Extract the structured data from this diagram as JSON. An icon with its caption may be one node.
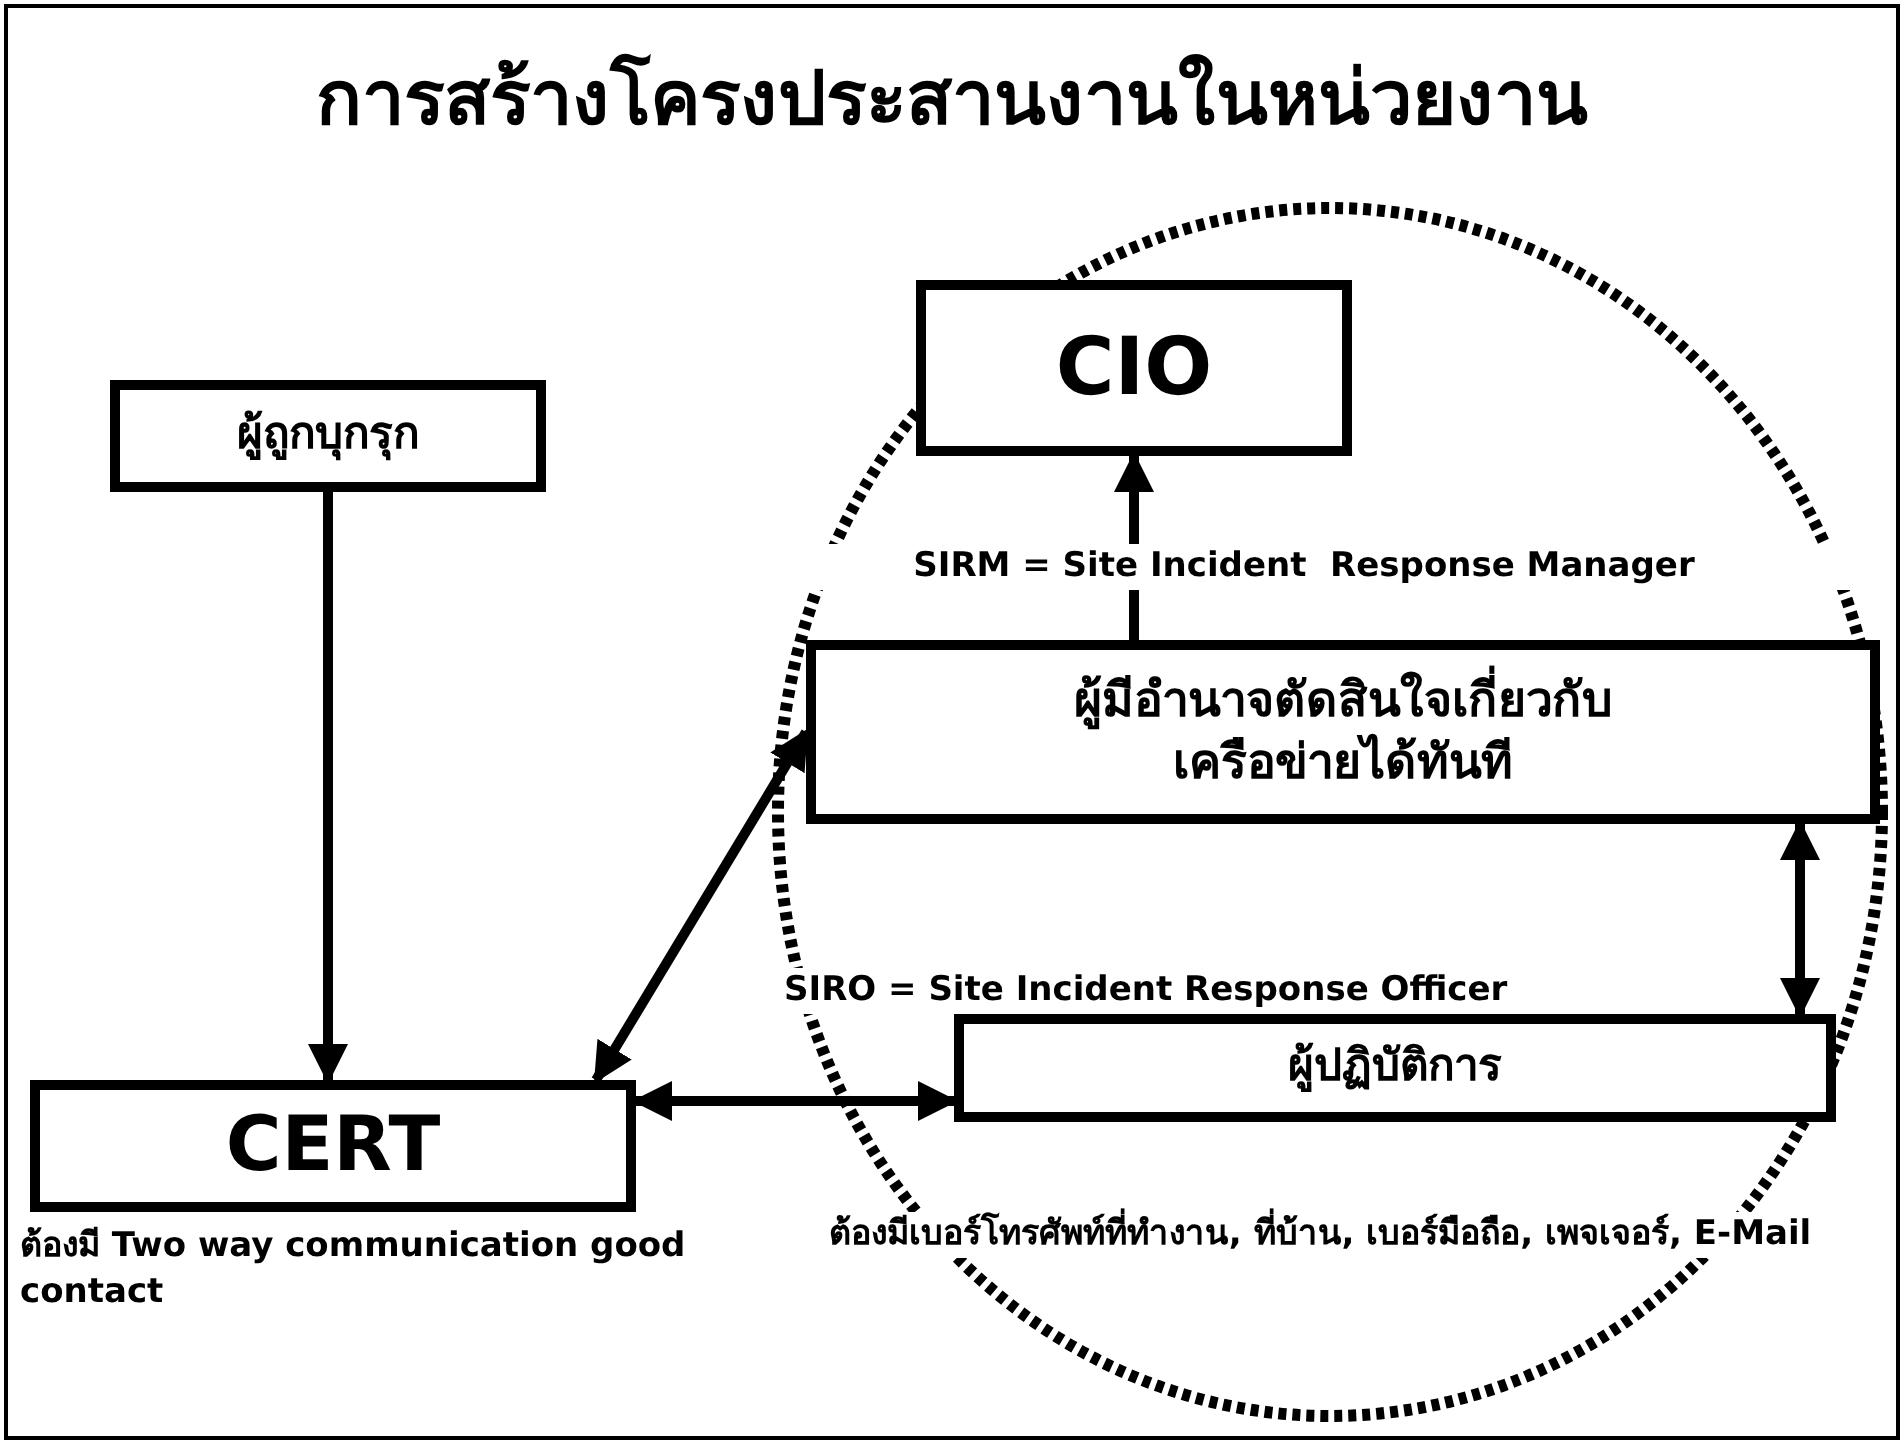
{
  "diagram": {
    "title": "การสร้างโครงประสานงานในหน่วยงาน",
    "nodes": [
      {
        "text": [],
        "shape": "circle"
      },
      {
        "text": [
          "CIO"
        ],
        "in": 0
      },
      {
        "text": [
          "ผู้ถูกบุกรุก"
        ]
      },
      {
        "text": [
          "ผู้มีอำนาจตัดสินใจเกี่ยวกับ เครือข่ายได้ทันที"
        ],
        "in": 0,
        "beside": [
          "SIRM = Site Incident  Response Manager"
        ]
      },
      {
        "text": [
          "CERT"
        ],
        "beside": [
          "ต้องมี Two way communication good contact"
        ]
      },
      {
        "text": [
          "ผู้ปฏิบัติการ"
        ],
        "in": 0,
        "beside": [
          "SIRO = Site Incident Response Officer",
          "ต้องมีเบอร์โทรศัพท์ที่ทำงาน, ที่บ้าน, เบอร์มือถือ, เพจเจอร์, E-Mail"
        ]
      }
    ],
    "edges": [
      {
        "from": 3,
        "to": 1,
        "arrow": "to"
      },
      {
        "from": 2,
        "to": 4,
        "arrow": "to"
      },
      {
        "from": 4,
        "to": 3,
        "arrow": "both"
      },
      {
        "from": 3,
        "to": 5,
        "arrow": "both"
      },
      {
        "from": 4,
        "to": 5,
        "arrow": "both"
      }
    ]
  }
}
